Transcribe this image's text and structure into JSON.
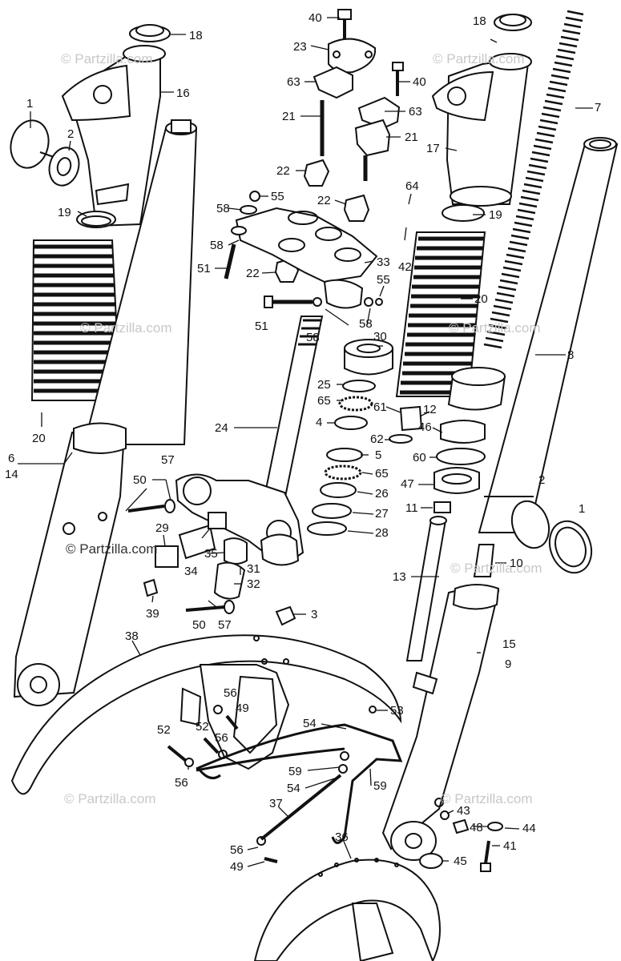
{
  "watermark": {
    "text": "© Partzilla.com",
    "text_dark": "© Partzilla.com"
  },
  "callouts": [
    "1",
    "2",
    "3",
    "4",
    "5",
    "6",
    "7",
    "8",
    "9",
    "10",
    "11",
    "12",
    "13",
    "14",
    "15",
    "16",
    "17",
    "18",
    "19",
    "20",
    "21",
    "22",
    "23",
    "24",
    "25",
    "26",
    "27",
    "28",
    "29",
    "30",
    "31",
    "32",
    "33",
    "34",
    "35",
    "36",
    "37",
    "38",
    "39",
    "40",
    "41",
    "42",
    "43",
    "44",
    "45",
    "46",
    "47",
    "48",
    "49",
    "50",
    "51",
    "52",
    "53",
    "54",
    "55",
    "56",
    "57",
    "58",
    "59",
    "60",
    "61",
    "62",
    "63",
    "64",
    "65"
  ],
  "colors": {
    "line": "#111111",
    "background": "#ffffff",
    "watermark": "#c8c8c8"
  }
}
